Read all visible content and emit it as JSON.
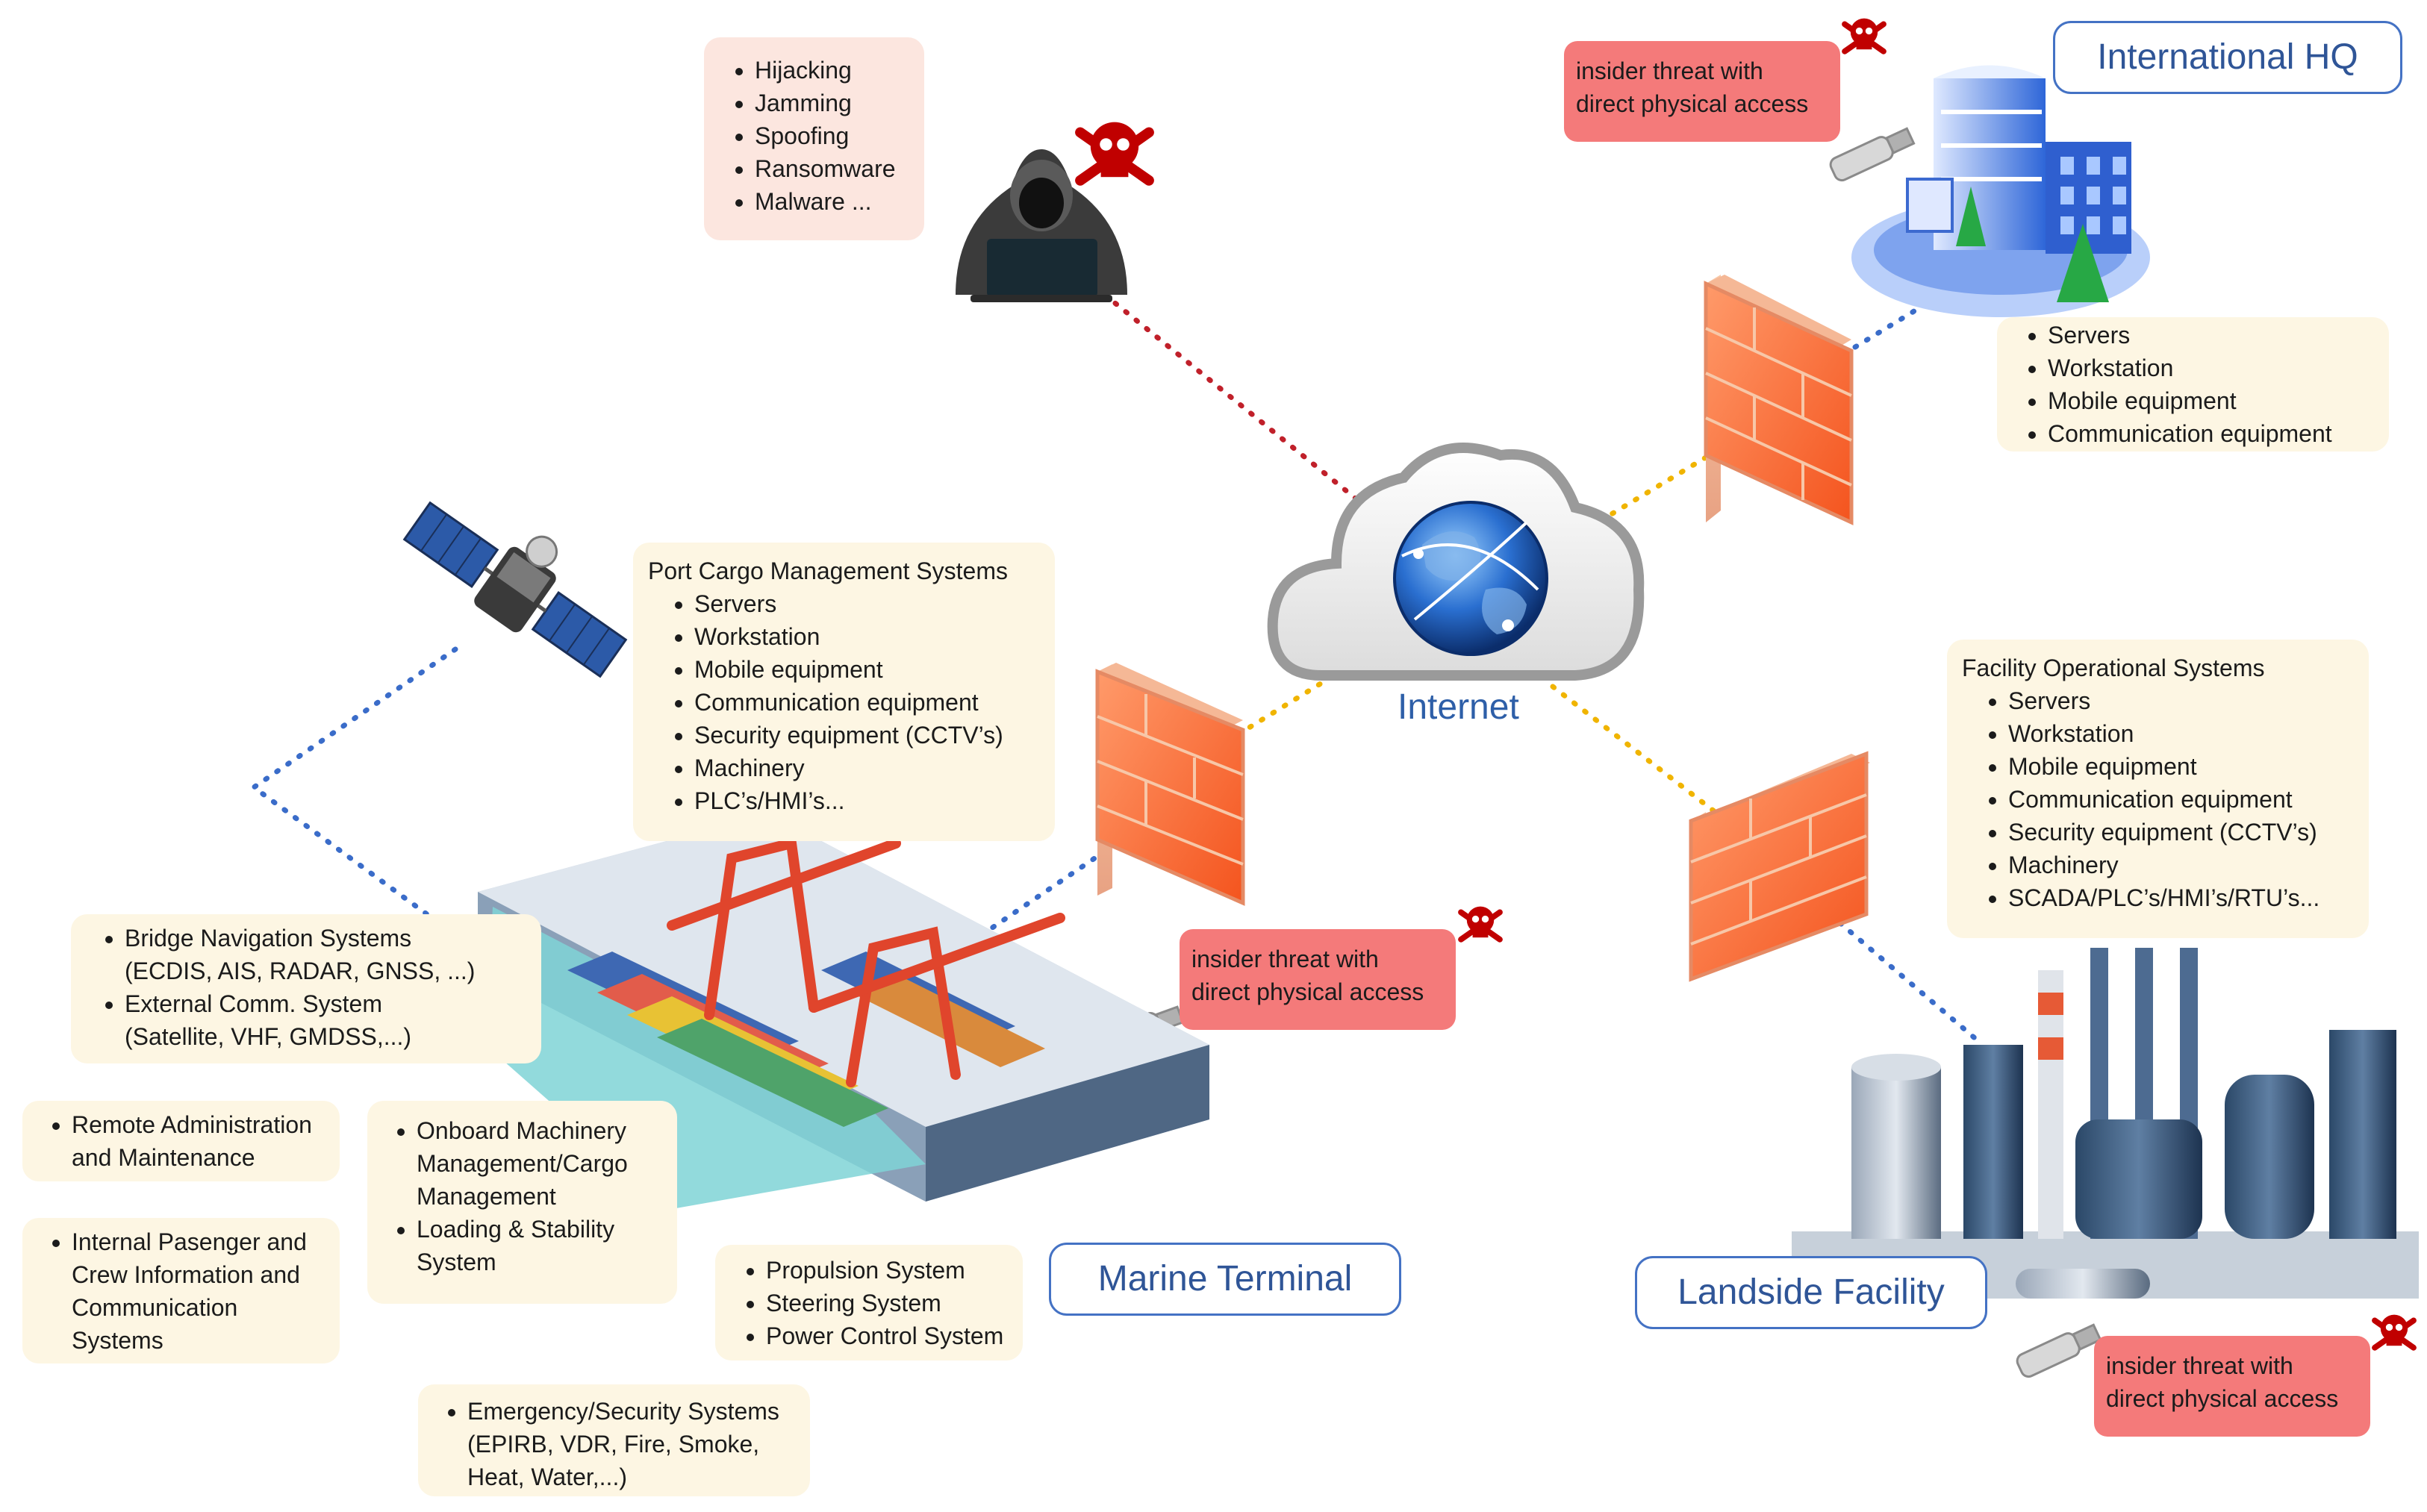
{
  "attacker_threats": [
    "Hijacking",
    "Jamming",
    "Spoofing",
    "Ransomware",
    "Malware ..."
  ],
  "internet_label": "Internet",
  "international_hq": {
    "label": "International HQ",
    "insider_threat": [
      "insider threat with",
      "direct physical access"
    ],
    "assets": [
      "Servers",
      "Workstation",
      "Mobile equipment",
      "Communication equipment"
    ]
  },
  "port_cargo": {
    "title": "Port Cargo Management Systems",
    "items": [
      "Servers",
      "Workstation",
      "Mobile equipment",
      "Communication equipment",
      "Security equipment (CCTV’s)",
      "Machinery",
      "PLC’s/HMI’s..."
    ]
  },
  "facility_ops": {
    "title": "Facility Operational Systems",
    "items": [
      "Servers",
      "Workstation",
      "Mobile equipment",
      "Communication equipment",
      "Security equipment (CCTV’s)",
      "Machinery",
      "SCADA/PLC’s/HMI’s/RTU’s..."
    ]
  },
  "marine_terminal": {
    "label": "Marine Terminal",
    "insider_threat": [
      "insider threat with",
      "direct physical access"
    ]
  },
  "landside_facility": {
    "label": "Landside Facility",
    "insider_threat": [
      "insider threat with",
      "direct physical access"
    ]
  },
  "ship_systems": {
    "bridge": [
      {
        "line1": "Bridge Navigation Systems",
        "line2": "(ECDIS, AIS, RADAR, GNSS, ...)"
      },
      {
        "line1": "External Comm. System",
        "line2": "(Satellite, VHF, GMDSS,...)"
      }
    ],
    "remote_admin": [
      "Remote Administration",
      "and Maintenance"
    ],
    "internal_info": [
      "Internal Pasenger and",
      "Crew Information and",
      "Communication",
      "Systems"
    ],
    "onboard": [
      [
        "Onboard Machinery",
        "Management/Cargo",
        "Management"
      ],
      [
        "Loading & Stability",
        "System"
      ]
    ],
    "propulsion": [
      "Propulsion System",
      "Steering System",
      "Power Control System"
    ],
    "emergency": [
      "Emergency/Security Systems",
      "(EPIRB, VDR, Fire, Smoke,",
      "Heat, Water,...)"
    ]
  }
}
